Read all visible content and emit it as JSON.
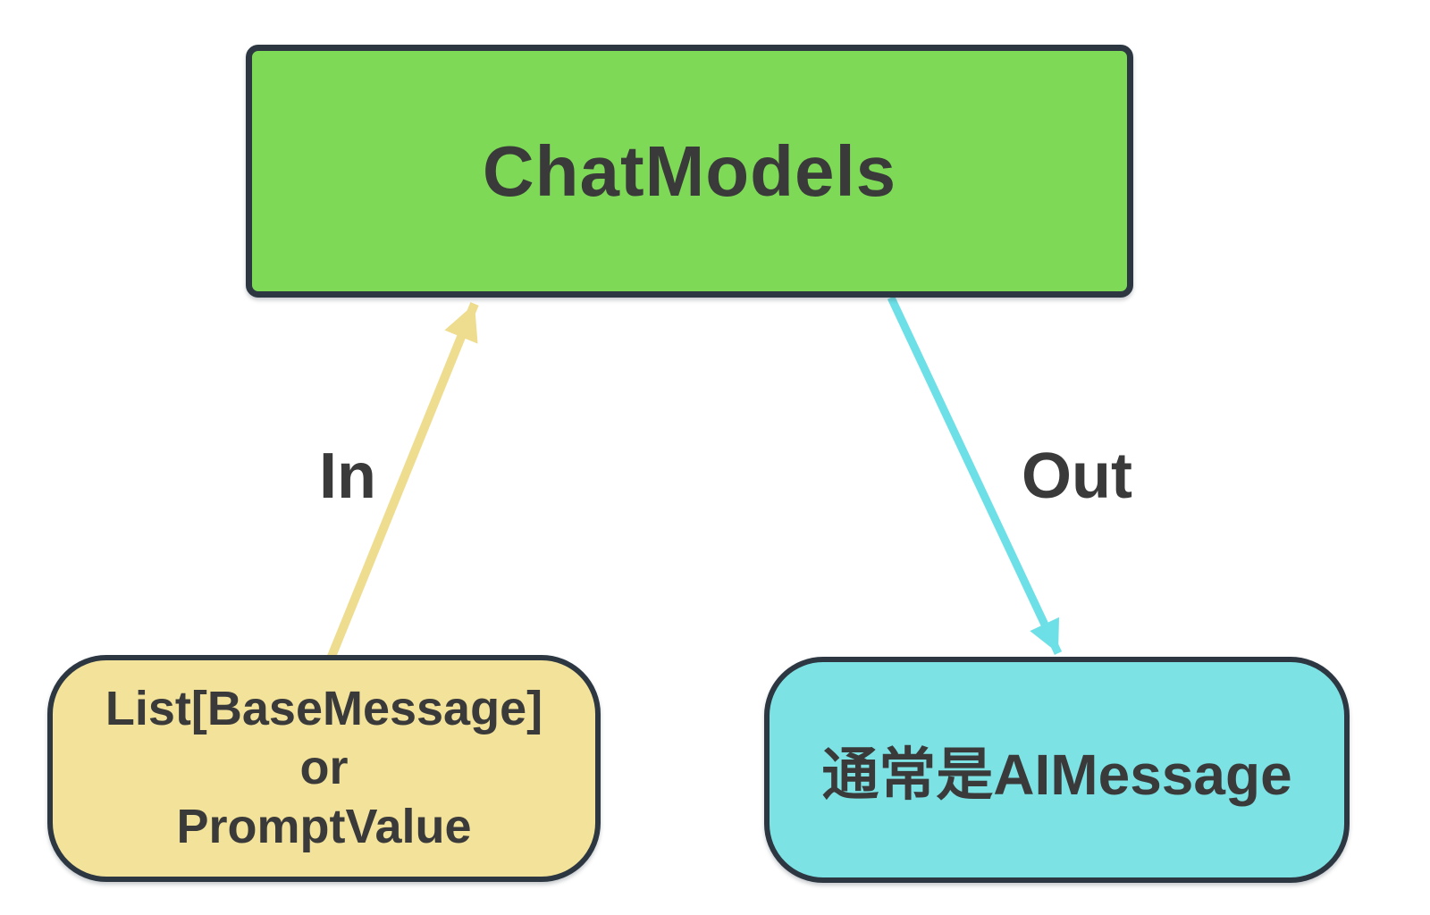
{
  "diagram": {
    "background": "#ffffff",
    "border_color": "#2c3741",
    "text_color": "#3a3a3a",
    "nodes": {
      "chat_models": {
        "label": "ChatModels",
        "fill": "#7ed957"
      },
      "input": {
        "lines": [
          "List[BaseMessage]",
          "or",
          "PromptValue"
        ],
        "fill": "#f2e29a"
      },
      "output": {
        "label": "通常是AIMessage",
        "fill": "#7de2e4"
      }
    },
    "edges": {
      "in": {
        "label": "In",
        "color": "#eedc8f"
      },
      "out": {
        "label": "Out",
        "color": "#6ce0e6"
      }
    }
  }
}
